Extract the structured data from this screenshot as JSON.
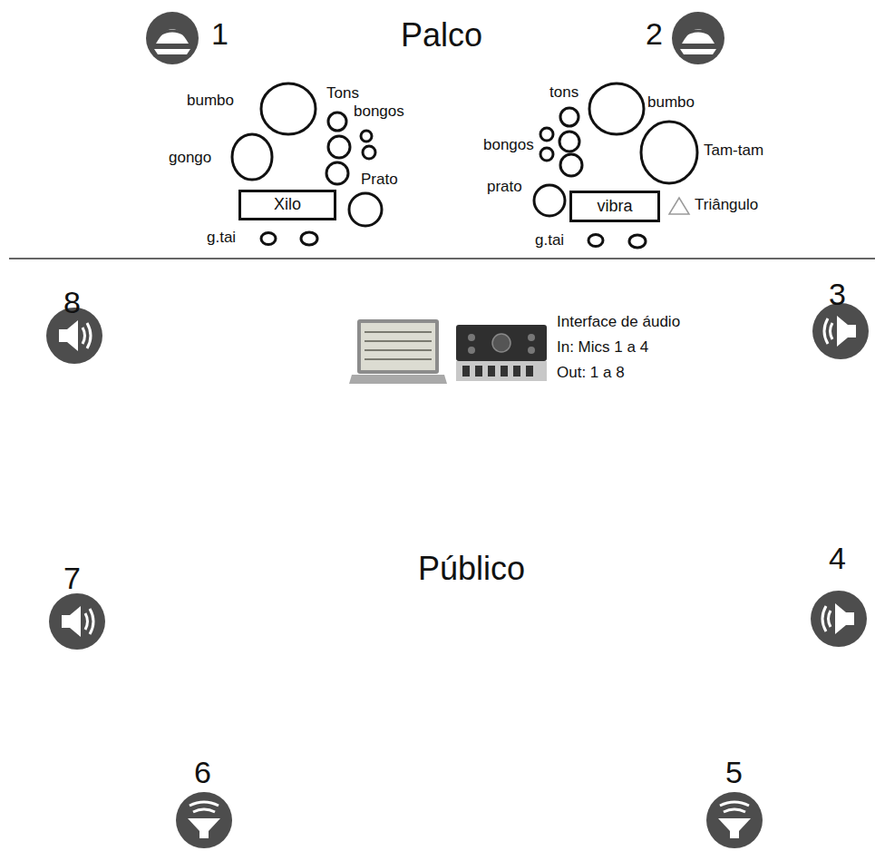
{
  "diagram": {
    "nodes": [
      {
        "text": [
          "Xilo"
        ]
      },
      {
        "text": [
          "vibra"
        ]
      }
    ],
    "labels": [
      "1",
      "Palco",
      "2",
      "bumbo",
      "Tons",
      "bongos",
      "gongo",
      "Prato",
      "g.tai",
      "tons",
      "bumbo",
      "bongos",
      "Tam-tam",
      "prato",
      "Triângulo",
      "g.tai",
      "8",
      "Interface de áudio",
      "In: Mics 1 a 4",
      "Out: 1 a 8",
      "3",
      "Público",
      "7",
      "4",
      "6",
      "5"
    ]
  }
}
